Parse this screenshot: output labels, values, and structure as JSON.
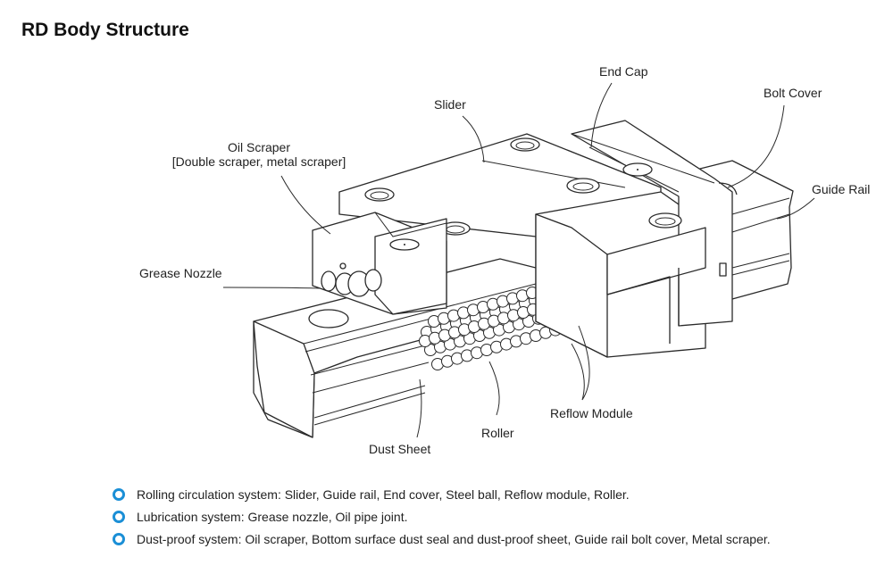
{
  "title": "RD Body Structure",
  "labels": {
    "end_cap": "End Cap",
    "bolt_cover": "Bolt Cover",
    "slider": "Slider",
    "guide_rail": "Guide Rail",
    "oil_scraper": "Oil Scraper",
    "oil_scraper_sub": "[Double scraper, metal scraper]",
    "grease_nozzle": "Grease Nozzle",
    "reflow_module": "Reflow Module",
    "roller": "Roller",
    "dust_sheet": "Dust Sheet"
  },
  "bullet_color": "#1b8fd6",
  "systems": [
    {
      "text": "Rolling circulation system: Slider, Guide rail, End cover, Steel ball, Reflow module, Roller."
    },
    {
      "text": "Lubrication system: Grease nozzle, Oil pipe joint."
    },
    {
      "text": "Dust-proof system: Oil scraper, Bottom surface dust seal and dust-proof sheet, Guide rail bolt cover, Metal scraper."
    }
  ]
}
